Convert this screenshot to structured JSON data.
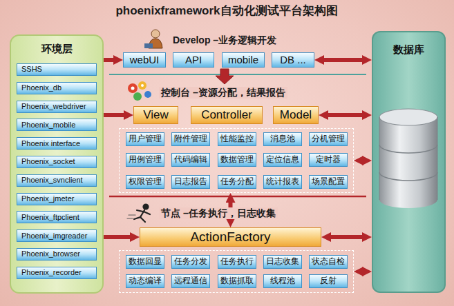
{
  "diagram": {
    "title": "phoenixframework自动化测试平台架构图",
    "nodes": [
      {
        "text": [
          "环境层"
        ]
      },
      {
        "text": [
          "SSHS"
        ],
        "in": 0
      },
      {
        "text": [
          "Phoenix_db"
        ],
        "in": 0
      },
      {
        "text": [
          "Phoenix_webdriver"
        ],
        "in": 0
      },
      {
        "text": [
          "Phoenix_mobile"
        ],
        "in": 0
      },
      {
        "text": [
          "Phoenix interface"
        ],
        "in": 0
      },
      {
        "text": [
          "Phoenix_socket"
        ],
        "in": 0
      },
      {
        "text": [
          "Phoenix_svnclient"
        ],
        "in": 0
      },
      {
        "text": [
          "Phoenix_jmeter"
        ],
        "in": 0
      },
      {
        "text": [
          "Phoenix_ftpclient"
        ],
        "in": 0
      },
      {
        "text": [
          "Phoenix_imgreader"
        ],
        "in": 0
      },
      {
        "text": [
          "Phoenix_browser"
        ],
        "in": 0
      },
      {
        "text": [
          "Phoenix_recorder"
        ],
        "in": 0
      },
      {
        "text": [
          "webUI"
        ]
      },
      {
        "text": [
          "API"
        ]
      },
      {
        "text": [
          "mobile"
        ]
      },
      {
        "text": [
          "DB ..."
        ]
      },
      {
        "text": [
          "View"
        ]
      },
      {
        "text": [
          "Controller"
        ]
      },
      {
        "text": [
          "Model"
        ]
      },
      {
        "text": []
      },
      {
        "text": [
          "用户管理"
        ],
        "in": 20
      },
      {
        "text": [
          "附件管理"
        ],
        "in": 20
      },
      {
        "text": [
          "性能监控"
        ],
        "in": 20
      },
      {
        "text": [
          "消息池"
        ],
        "in": 20
      },
      {
        "text": [
          "分机管理"
        ],
        "in": 20
      },
      {
        "text": [
          "用例管理"
        ],
        "in": 20
      },
      {
        "text": [
          "代码编辑"
        ],
        "in": 20
      },
      {
        "text": [
          "数据管理"
        ],
        "in": 20
      },
      {
        "text": [
          "定位信息"
        ],
        "in": 20
      },
      {
        "text": [
          "定时器"
        ],
        "in": 20
      },
      {
        "text": [
          "权限管理"
        ],
        "in": 20
      },
      {
        "text": [
          "日志报告"
        ],
        "in": 20
      },
      {
        "text": [
          "任务分配"
        ],
        "in": 20
      },
      {
        "text": [
          "统计报表"
        ],
        "in": 20
      },
      {
        "text": [
          "场景配置"
        ],
        "in": 20
      },
      {
        "text": [
          "ActionFactory"
        ]
      },
      {
        "text": []
      },
      {
        "text": [
          "数据回显"
        ],
        "in": 37
      },
      {
        "text": [
          "任务分发"
        ],
        "in": 37
      },
      {
        "text": [
          "任务执行"
        ],
        "in": 37
      },
      {
        "text": [
          "日志收集"
        ],
        "in": 37
      },
      {
        "text": [
          "状态自检"
        ],
        "in": 37
      },
      {
        "text": [
          "动态编译"
        ],
        "in": 37
      },
      {
        "text": [
          "远程通信"
        ],
        "in": 37
      },
      {
        "text": [
          "数据抓取"
        ],
        "in": 37
      },
      {
        "text": [
          "线程池"
        ],
        "in": 37
      },
      {
        "text": [
          "反射"
        ],
        "in": 37
      },
      {
        "text": [
          "数据库"
        ]
      }
    ],
    "edges": [
      {
        "from": 0,
        "to": 13,
        "arrow": "to"
      },
      {
        "from": 0,
        "to": 17,
        "arrow": "to"
      },
      {
        "from": 0,
        "to": 36,
        "arrow": "to"
      },
      {
        "from": 16,
        "to": 48,
        "arrow": "both"
      },
      {
        "from": 19,
        "to": 48,
        "arrow": "both"
      },
      {
        "from": 20,
        "to": 48,
        "arrow": "both"
      },
      {
        "from": 36,
        "to": 48,
        "arrow": "both"
      },
      {
        "from": 37,
        "to": 48,
        "arrow": "both"
      },
      {
        "from": 20,
        "to": 36,
        "arrow": "both"
      }
    ],
    "labels": [
      "Develop –业务逻辑开发",
      "控制台 –资源分配，结果报告",
      "节点 –任务执行，日志收集"
    ]
  }
}
